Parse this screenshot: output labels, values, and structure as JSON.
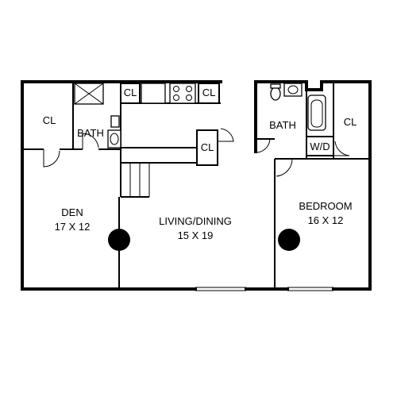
{
  "rooms": {
    "den": {
      "name": "DEN",
      "size": "17 X 12"
    },
    "living": {
      "name": "LIVING/DINING",
      "size": "15 X 19"
    },
    "bedroom": {
      "name": "BEDROOM",
      "size": "16 X 12"
    },
    "bath_left": {
      "name": "BATH"
    },
    "bath_right": {
      "name": "BATH"
    },
    "washer_dryer": {
      "name": "W/D"
    }
  },
  "closets": {
    "den": "CL",
    "kitchen_a": "CL",
    "kitchen_b": "CL",
    "living": "CL",
    "bedroom": "CL"
  },
  "colors": {
    "wall": "#000000",
    "column": "#000000",
    "background": "#ffffff"
  }
}
